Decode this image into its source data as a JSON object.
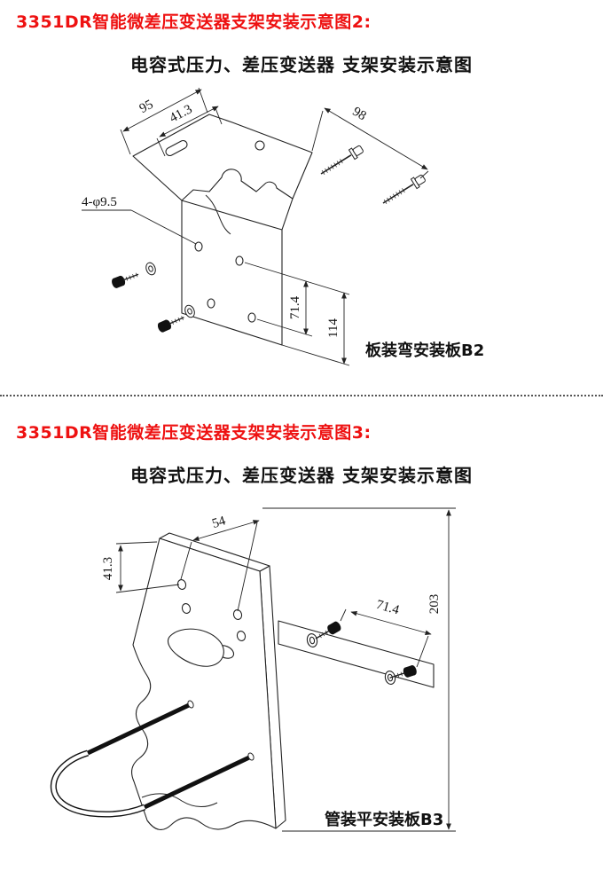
{
  "colors": {
    "heading_red": "#ee1111",
    "ink": "#111111",
    "line": "#222222"
  },
  "sections": [
    {
      "heading": "3351DR智能微差压变送器支架安装示意图2:",
      "title": "电容式压力、差压变送器  支架安装示意图",
      "caption": "板装弯安装板B2",
      "dims": {
        "top_width": "95",
        "slot_offset": "41.3",
        "screw_span": "98",
        "hole_callout": "4-φ9.5",
        "hole_spacing": "71.4",
        "plate_height": "114"
      }
    },
    {
      "heading": "3351DR智能微差压变送器支架安装示意图3:",
      "title": "电容式压力、差压变送器  支架安装示意图",
      "caption": "管装平安装板B3",
      "dims": {
        "hole_spacing_top": "54",
        "hole_offset": "41.3",
        "plate_height": "203",
        "bolt_spacing": "71.4"
      }
    }
  ]
}
